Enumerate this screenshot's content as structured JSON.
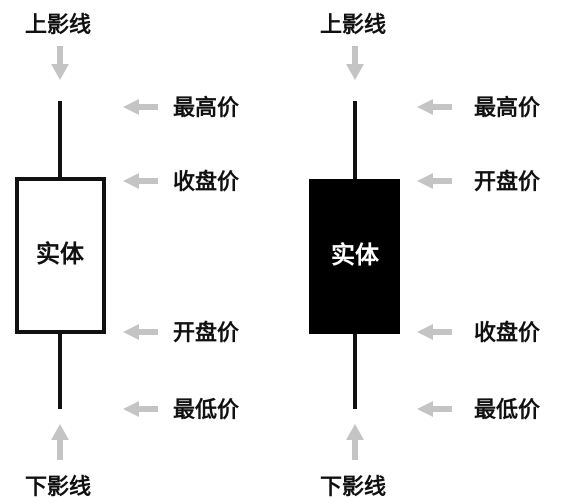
{
  "colors": {
    "wick": "#111111",
    "bullish_fill": "#ffffff",
    "bearish_fill": "#000000",
    "arrow": "#c4c4c4",
    "text_dark": "#111111",
    "text_light": "#ffffff"
  },
  "icons": {
    "arrow_down": "arrow-down-icon",
    "arrow_up": "arrow-up-icon",
    "arrow_left": "arrow-left-icon"
  },
  "bullish": {
    "upper_shadow_label": "上影线",
    "high_label": "最高价",
    "top_label": "收盘价",
    "body_label": "实体",
    "bottom_label": "开盘价",
    "low_label": "最低价",
    "lower_shadow_label": "下影线"
  },
  "bearish": {
    "upper_shadow_label": "上影线",
    "high_label": "最高价",
    "top_label": "开盘价",
    "body_label": "实体",
    "bottom_label": "收盘价",
    "low_label": "最低价",
    "lower_shadow_label": "下影线"
  }
}
